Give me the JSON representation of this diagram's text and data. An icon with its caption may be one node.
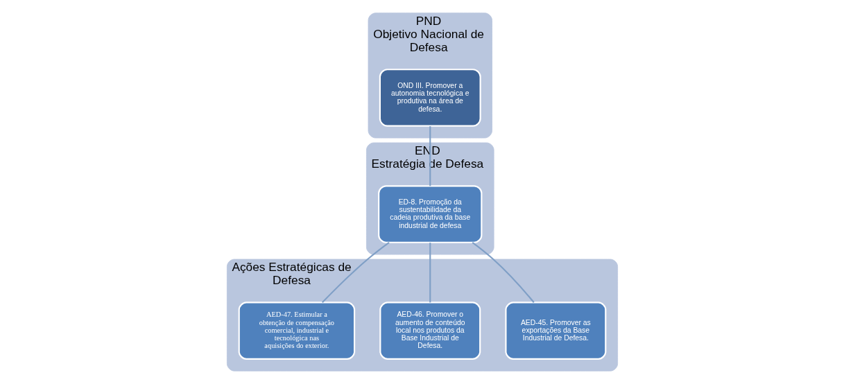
{
  "diagram": {
    "nodes": [
      {
        "text": [
          "PND",
          "Objetivo Nacional de Defesa"
        ]
      },
      {
        "text": [
          "OND III. Promover a autonomia tecnológica e produtiva na área de defesa."
        ],
        "in": 0
      },
      {
        "text": [
          "END",
          "Estratégia de Defesa"
        ]
      },
      {
        "text": [
          "ED-8. Promoção da sustentabilidade da cadeia produtiva da base industrial de defesa"
        ],
        "in": 2
      },
      {
        "text": [
          "Ações Estratégicas de Defesa"
        ]
      },
      {
        "text": [
          "AED-45. Promover as exportações da Base Industrial de Defesa."
        ],
        "in": 4
      },
      {
        "text": [
          "AED-46. Promover o aumento de conteúdo local nos produtos da Base Industrial de Defesa."
        ],
        "in": 4
      },
      {
        "text": [
          "AED-47. Estimular a obtenção de compensação comercial, industrial e tecnológica nas aquisições do exterior."
        ],
        "in": 4
      }
    ],
    "edges": [
      {
        "from": 1,
        "to": 3,
        "arrow": "none"
      },
      {
        "from": 3,
        "to": 5,
        "arrow": "none"
      },
      {
        "from": 3,
        "to": 6,
        "arrow": "none"
      },
      {
        "from": 3,
        "to": 7,
        "arrow": "none"
      }
    ]
  }
}
